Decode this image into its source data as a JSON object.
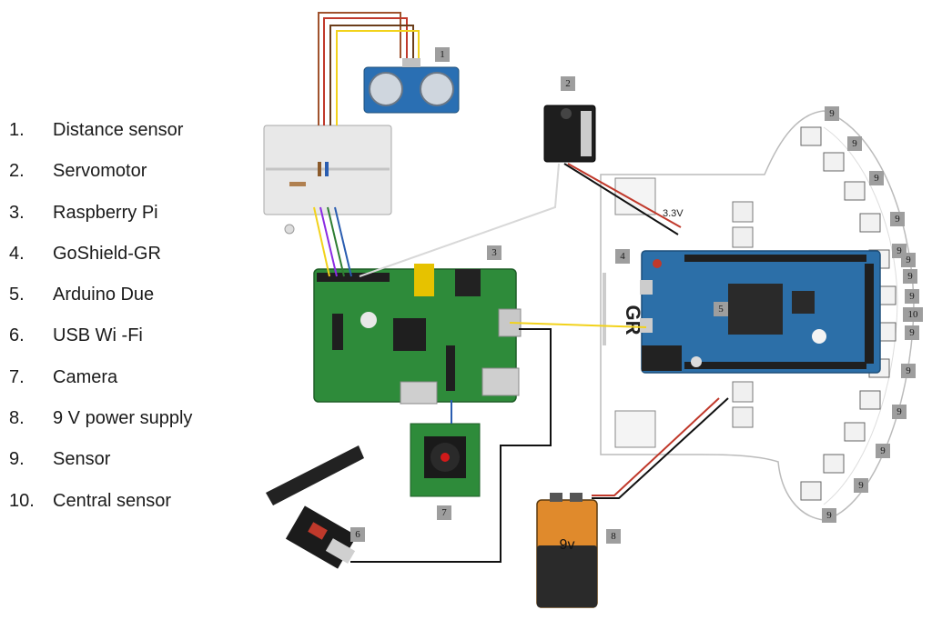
{
  "legend": [
    {
      "num": "1.",
      "label": "Distance sensor"
    },
    {
      "num": "2.",
      "label": "Servomotor"
    },
    {
      "num": "3.",
      "label": "Raspberry Pi"
    },
    {
      "num": "4.",
      "label": "GoShield-GR"
    },
    {
      "num": "5.",
      "label": "Arduino Due"
    },
    {
      "num": "6.",
      "label": "USB Wi  -Fi"
    },
    {
      "num": "7.",
      "label": "Camera"
    },
    {
      "num": "8.",
      "label": "9 V power supply"
    },
    {
      "num": "9.",
      "label": "Sensor"
    },
    {
      "num": "10.",
      "label": "Central sensor"
    }
  ],
  "board_texts": {
    "voltage": "3.3V",
    "logo": "GR",
    "battery": "9v"
  },
  "tags": [
    "1",
    "2",
    "3",
    "4",
    "5",
    "6",
    "7",
    "8",
    "9",
    "9",
    "9",
    "9",
    "9",
    "9",
    "9",
    "10",
    "9",
    "9",
    "9",
    "9",
    "9",
    "9",
    "9"
  ],
  "colors": {
    "pcb_green": "#2e8b3a",
    "arduino_blue": "#2c6fa8",
    "sensor_blue": "#2a6fb3",
    "wire_red": "#c0392b",
    "wire_yellow": "#f2d21b",
    "wire_black": "#111111",
    "battery_orange": "#e08a2c"
  }
}
